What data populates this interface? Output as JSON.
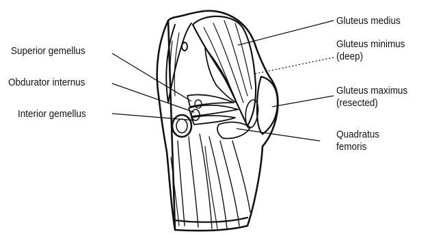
{
  "labels": {
    "gluteus_medius": "Gluteus medius",
    "gluteus_minimus_line1": "Gluteus minimus",
    "gluteus_minimus_line2": "(deep)",
    "gluteus_maximus_line1": "Gluteus maximus",
    "gluteus_maximus_line2": "(resected)",
    "quadratus_femoris_line1": "Quadratus",
    "quadratus_femoris_line2": "femoris",
    "superior_gemellus": "Superior gemellus",
    "obdurator_internus": "Obdurator internus",
    "interior_gemellus": "Interior gemellus"
  },
  "colors": {
    "ink": "#111111",
    "background": "#ffffff"
  }
}
